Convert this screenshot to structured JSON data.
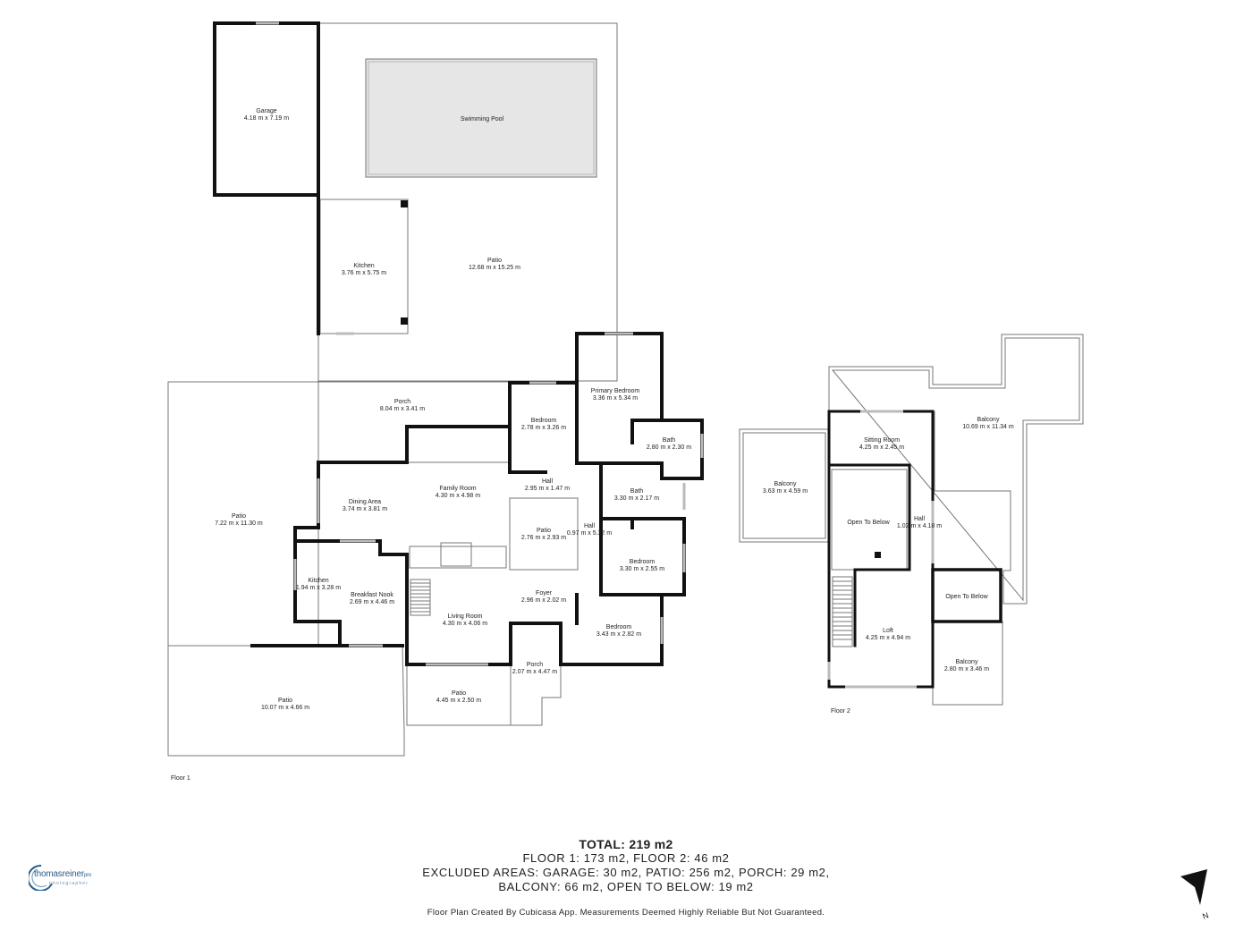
{
  "floor1": {
    "label": "Floor 1",
    "rooms": {
      "garage": {
        "name": "Garage",
        "dims": "4.18 m x 7.19 m"
      },
      "swimming_pool": {
        "name": "Swimming Pool"
      },
      "outdoor_kitchen": {
        "name": "Kitchen",
        "dims": "3.76 m x 5.75 m"
      },
      "patio_pool": {
        "name": "Patio",
        "dims": "12.68 m x 15.25 m"
      },
      "patio_west": {
        "name": "Patio",
        "dims": "7.22 m x 11.30 m"
      },
      "porch_north": {
        "name": "Porch",
        "dims": "8.04 m x 3.41 m"
      },
      "bedroom_north": {
        "name": "Bedroom",
        "dims": "2.78 m x 3.26 m"
      },
      "primary_bedroom": {
        "name": "Primary Bedroom",
        "dims": "3.36 m x 5.34 m"
      },
      "bath_primary": {
        "name": "Bath",
        "dims": "2.80 m x 2.30 m"
      },
      "family_room": {
        "name": "Family Room",
        "dims": "4.30 m x 4.98 m"
      },
      "dining_area": {
        "name": "Dining Area",
        "dims": "3.74 m x 3.81 m"
      },
      "hall_1": {
        "name": "Hall",
        "dims": "2.95 m x 1.47 m"
      },
      "bath_2": {
        "name": "Bath",
        "dims": "3.30 m x 2.17 m"
      },
      "patio_inner": {
        "name": "Patio",
        "dims": "2.76 m x 2.93 m"
      },
      "hall_2": {
        "name": "Hall",
        "dims": "0.97 m x 5.32 m"
      },
      "bedroom_east": {
        "name": "Bedroom",
        "dims": "3.30 m x 2.55 m"
      },
      "kitchen": {
        "name": "Kitchen",
        "dims": "1.94 m x 3.28 m"
      },
      "breakfast_nook": {
        "name": "Breakfast Nook",
        "dims": "2.69 m x 4.46 m"
      },
      "foyer": {
        "name": "Foyer",
        "dims": "2.96 m x 2.02 m"
      },
      "living_room": {
        "name": "Living Room",
        "dims": "4.30 m x 4.06 m"
      },
      "bedroom_south": {
        "name": "Bedroom",
        "dims": "3.43 m x 2.82 m"
      },
      "porch_south": {
        "name": "Porch",
        "dims": "2.07 m x 4.47 m"
      },
      "patio_front": {
        "name": "Patio",
        "dims": "4.45 m x 2.50 m"
      },
      "patio_south": {
        "name": "Patio",
        "dims": "10.07 m x 4.66 m"
      }
    }
  },
  "floor2": {
    "label": "Floor 2",
    "rooms": {
      "balcony_large": {
        "name": "Balcony",
        "dims": "10.69 m x 11.34 m"
      },
      "sitting_room": {
        "name": "Sitting Room",
        "dims": "4.25 m x 2.45 m"
      },
      "balcony_west": {
        "name": "Balcony",
        "dims": "3.63 m x 4.59 m"
      },
      "open_below_1": {
        "name": "Open To Below"
      },
      "hall": {
        "name": "Hall",
        "dims": "1.02 m x 4.18 m"
      },
      "open_below_2": {
        "name": "Open To Below"
      },
      "loft": {
        "name": "Loft",
        "dims": "4.25 m x 4.94 m"
      },
      "balcony_small": {
        "name": "Balcony",
        "dims": "2.80 m x 3.46 m"
      }
    }
  },
  "summary": {
    "total": "TOTAL: 219 m2",
    "floors": "FLOOR 1: 173 m2, FLOOR 2: 46 m2",
    "excluded": "EXCLUDED AREAS: GARAGE: 30 m2, PATIO: 256 m2, PORCH: 29 m2,",
    "excluded_2": "BALCONY: 66 m2, OPEN TO BELOW: 19 m2",
    "disclaimer": "Floor Plan Created By Cubicasa App. Measurements Deemed Highly Reliable But Not Guaranteed."
  },
  "branding": {
    "logo_text": "thomasreiner",
    "logo_suffix": "pro",
    "logo_sub": "photographer",
    "compass_letter": "N"
  },
  "colors": {
    "wall": "#111111",
    "outline": "#777777",
    "pool_fill": "#e6e6e6",
    "logo_blue": "#2a5d88"
  }
}
